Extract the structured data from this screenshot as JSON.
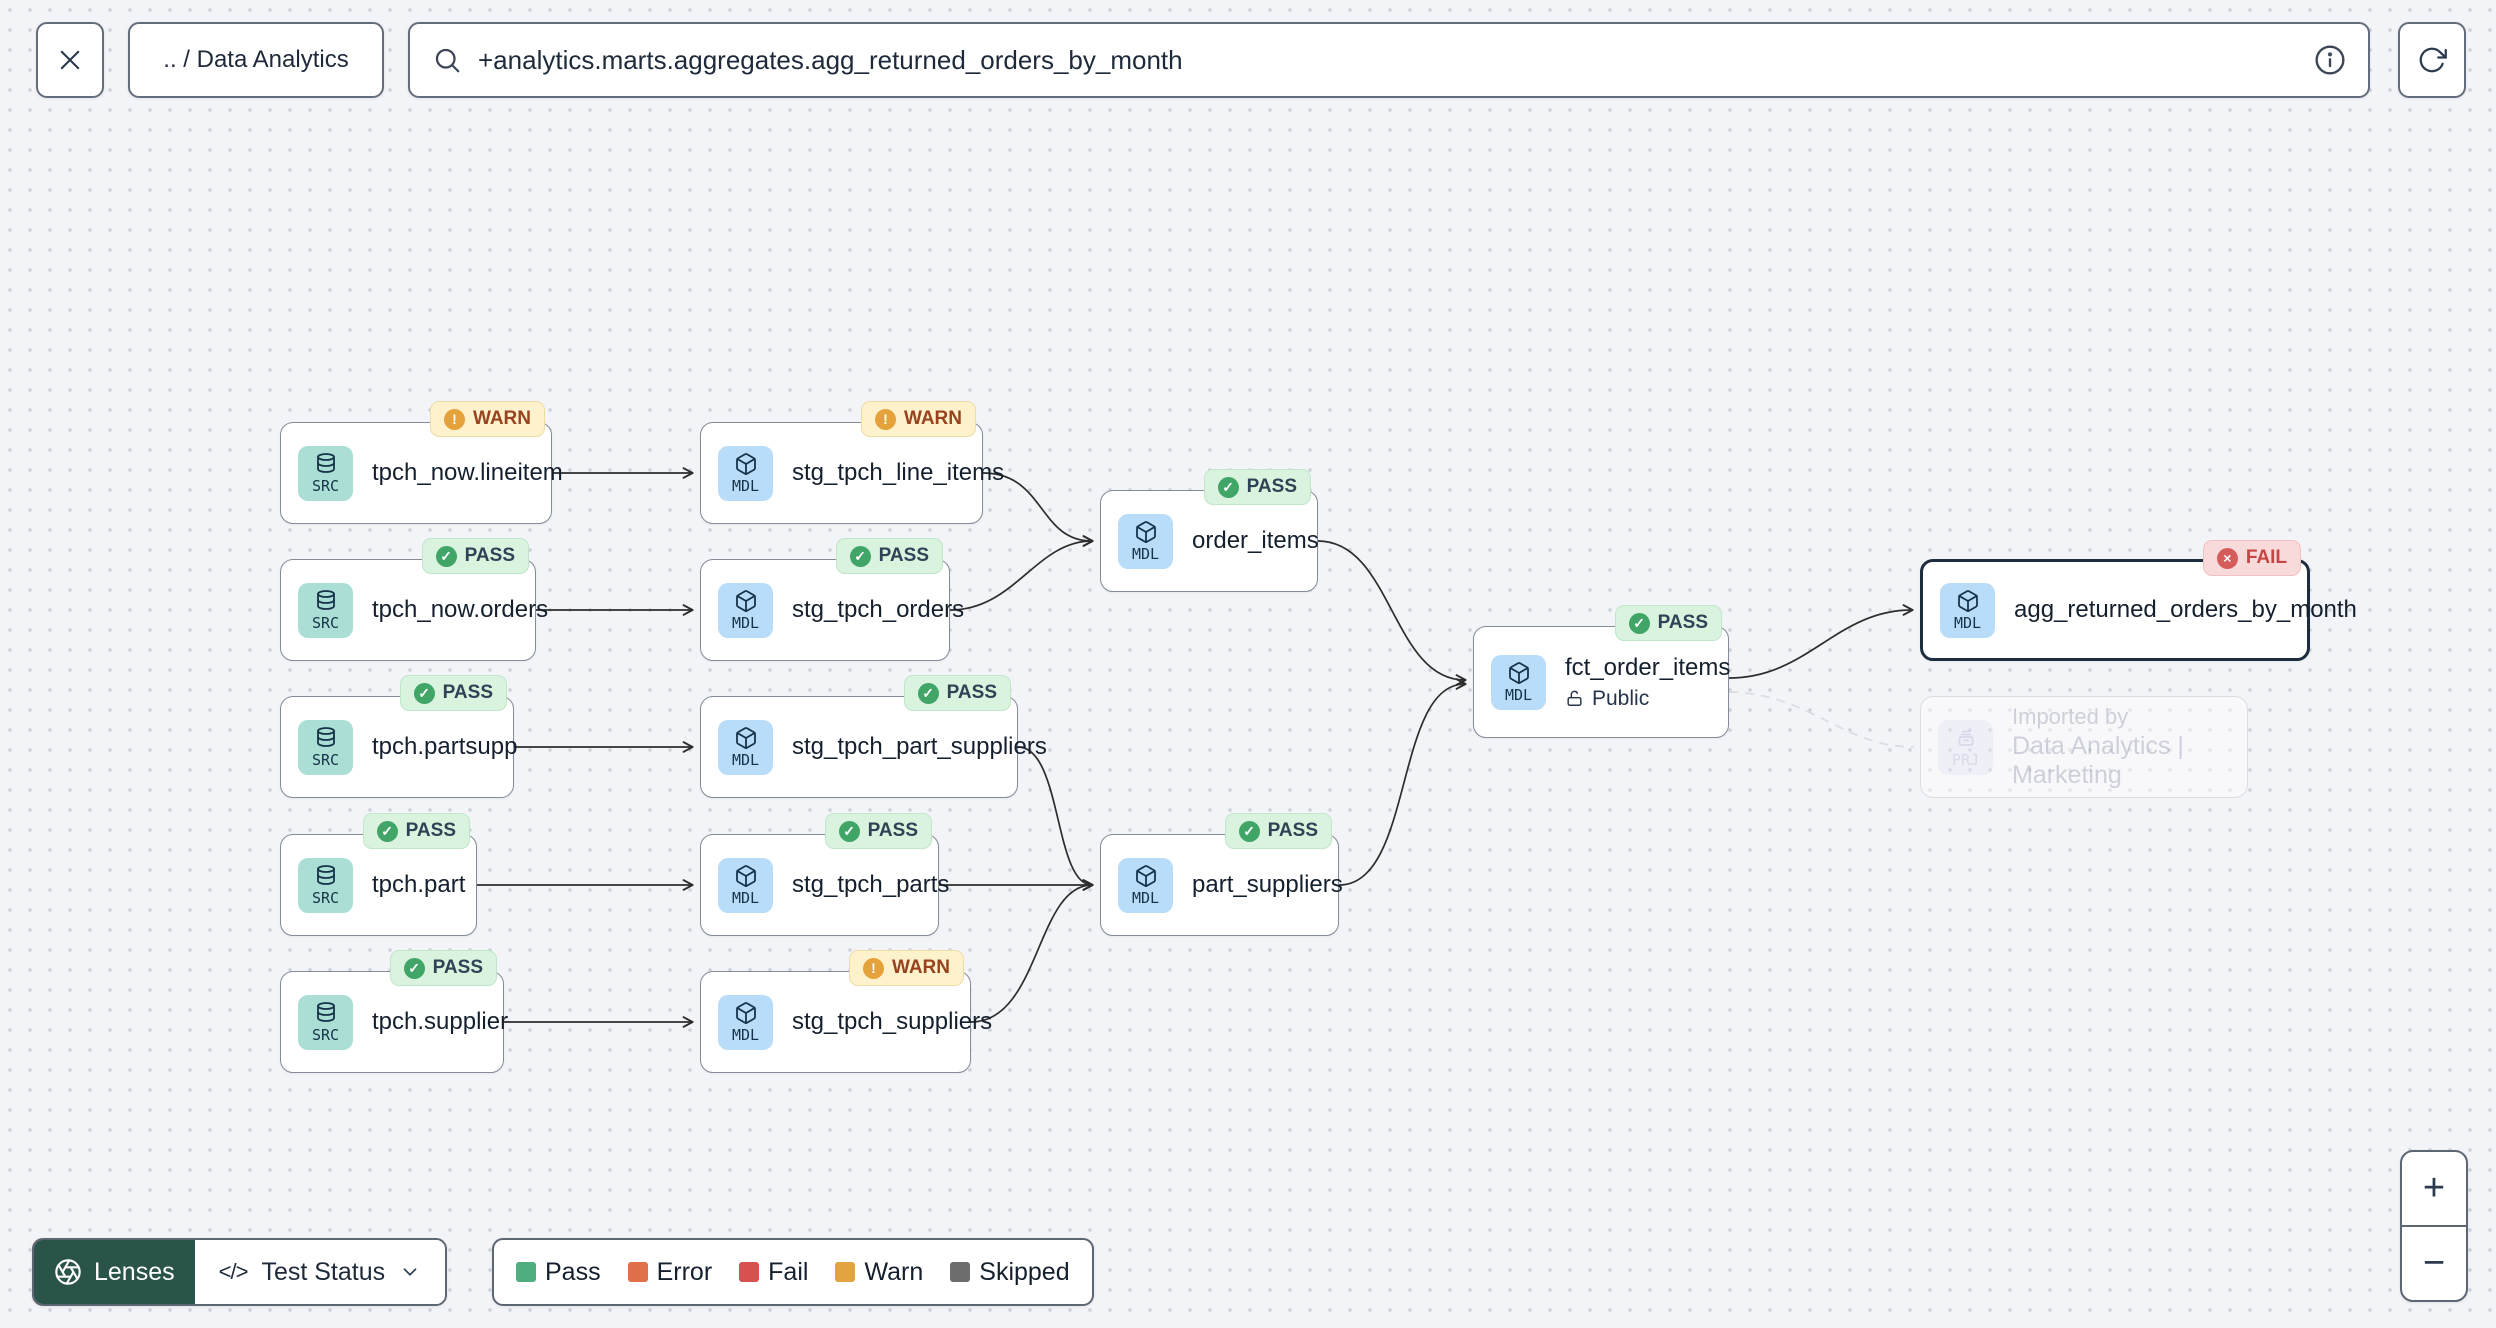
{
  "topbar": {
    "breadcrumb": ".. / Data Analytics",
    "search_value": "+analytics.marts.aggregates.agg_returned_orders_by_month"
  },
  "graph": {
    "nodes": [
      {
        "kind": "SRC",
        "title": "tpch_now.lineitem",
        "status": "WARN"
      },
      {
        "kind": "MDL",
        "title": "stg_tpch_line_items",
        "status": "WARN"
      },
      {
        "kind": "SRC",
        "title": "tpch_now.orders",
        "status": "PASS"
      },
      {
        "kind": "MDL",
        "title": "stg_tpch_orders",
        "status": "PASS"
      },
      {
        "kind": "MDL",
        "title": "order_items",
        "status": "PASS"
      },
      {
        "kind": "SRC",
        "title": "tpch.partsupp",
        "status": "PASS"
      },
      {
        "kind": "MDL",
        "title": "stg_tpch_part_suppliers",
        "status": "PASS"
      },
      {
        "kind": "SRC",
        "title": "tpch.part",
        "status": "PASS"
      },
      {
        "kind": "MDL",
        "title": "stg_tpch_parts",
        "status": "PASS"
      },
      {
        "kind": "MDL",
        "title": "part_suppliers",
        "status": "PASS"
      },
      {
        "kind": "SRC",
        "title": "tpch.supplier",
        "status": "PASS"
      },
      {
        "kind": "MDL",
        "title": "stg_tpch_suppliers",
        "status": "WARN"
      },
      {
        "kind": "MDL",
        "title": "fct_order_items",
        "status": "PASS",
        "access": "Public"
      },
      {
        "kind": "MDL",
        "title": "agg_returned_orders_by_month",
        "status": "FAIL",
        "selected": true
      },
      {
        "kind": "PRJ",
        "title": "Imported by",
        "subtitle": "Data Analytics | Marketing",
        "faded": true
      }
    ]
  },
  "footer": {
    "lenses_label": "Lenses",
    "lens_selected": "Test Status",
    "code_glyph": "</>",
    "legend": [
      {
        "label": "Pass",
        "color": "#4FAE80"
      },
      {
        "label": "Error",
        "color": "#E07048"
      },
      {
        "label": "Fail",
        "color": "#D85151"
      },
      {
        "label": "Warn",
        "color": "#E3A440"
      },
      {
        "label": "Skipped",
        "color": "#6D6D6D"
      }
    ]
  },
  "zoom_controls": {
    "zoom_in": "+",
    "zoom_out": "−"
  },
  "colors": {
    "pass": "#4FAE80",
    "error": "#E07048",
    "fail": "#D85151",
    "warn": "#E3A440",
    "skipped": "#6D6D6D",
    "lenses_green": "#2A544A",
    "src_chip": "#ABDFD6",
    "mdl_chip": "#B9DDF8",
    "prj_chip": "#E9E9F9"
  }
}
